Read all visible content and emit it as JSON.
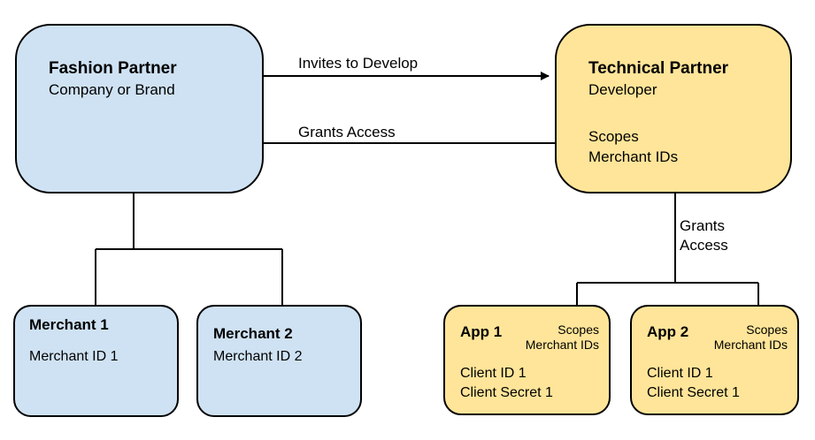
{
  "fashion_partner": {
    "title": "Fashion Partner",
    "subtitle": "Company or Brand"
  },
  "technical_partner": {
    "title": "Technical Partner",
    "subtitle": "Developer",
    "detail_line1": "Scopes",
    "detail_line2": "Merchant IDs"
  },
  "edges": {
    "invites": "Invites to Develop",
    "grants_access": "Grants Access",
    "grants_line1": "Grants",
    "grants_line2": "Access"
  },
  "merchants": [
    {
      "title": "Merchant 1",
      "id": "Merchant ID 1"
    },
    {
      "title": "Merchant 2",
      "id": "Merchant ID 2"
    }
  ],
  "apps": [
    {
      "title": "App 1",
      "scopes": "Scopes",
      "merchant_ids": "Merchant IDs",
      "client_id": "Client ID 1",
      "client_secret": "Client Secret 1"
    },
    {
      "title": "App 2",
      "scopes": "Scopes",
      "merchant_ids": "Merchant IDs",
      "client_id": "Client ID 1",
      "client_secret": "Client Secret 1"
    }
  ],
  "colors": {
    "blue_fill": "#cfe2f3",
    "yellow_fill": "#ffe599",
    "stroke": "#000000"
  }
}
